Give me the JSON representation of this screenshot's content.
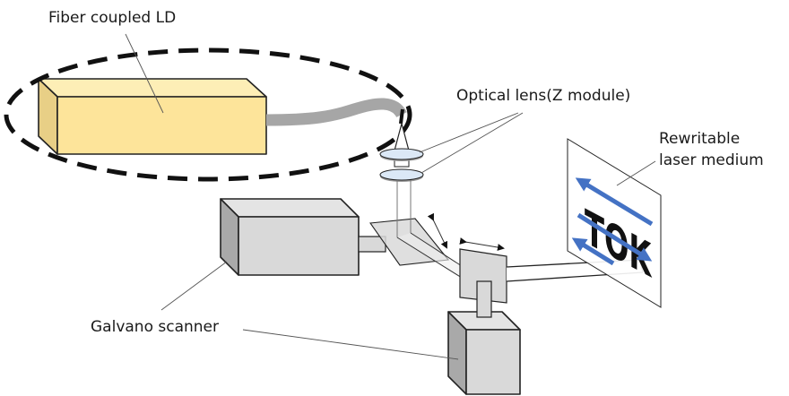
{
  "labels": {
    "fiber_ld": "Fiber coupled LD",
    "optical_lens": "Optical lens(Z module)",
    "medium_line1": "Rewritable",
    "medium_line2": "laser medium",
    "galvano": "Galvano scanner",
    "marked_text": "TOK"
  },
  "colors": {
    "ld_front": "#fde49a",
    "ld_top": "#fdeeb6",
    "ld_side": "#e8cf86",
    "fiber": "#a6a6a6",
    "lens": "#dbe8f6",
    "device_front": "#d9d9d9",
    "device_top": "#e4e4e4",
    "device_side": "#a9a9a9",
    "scan_arrow": "#4472c4",
    "outline": "#222222"
  }
}
